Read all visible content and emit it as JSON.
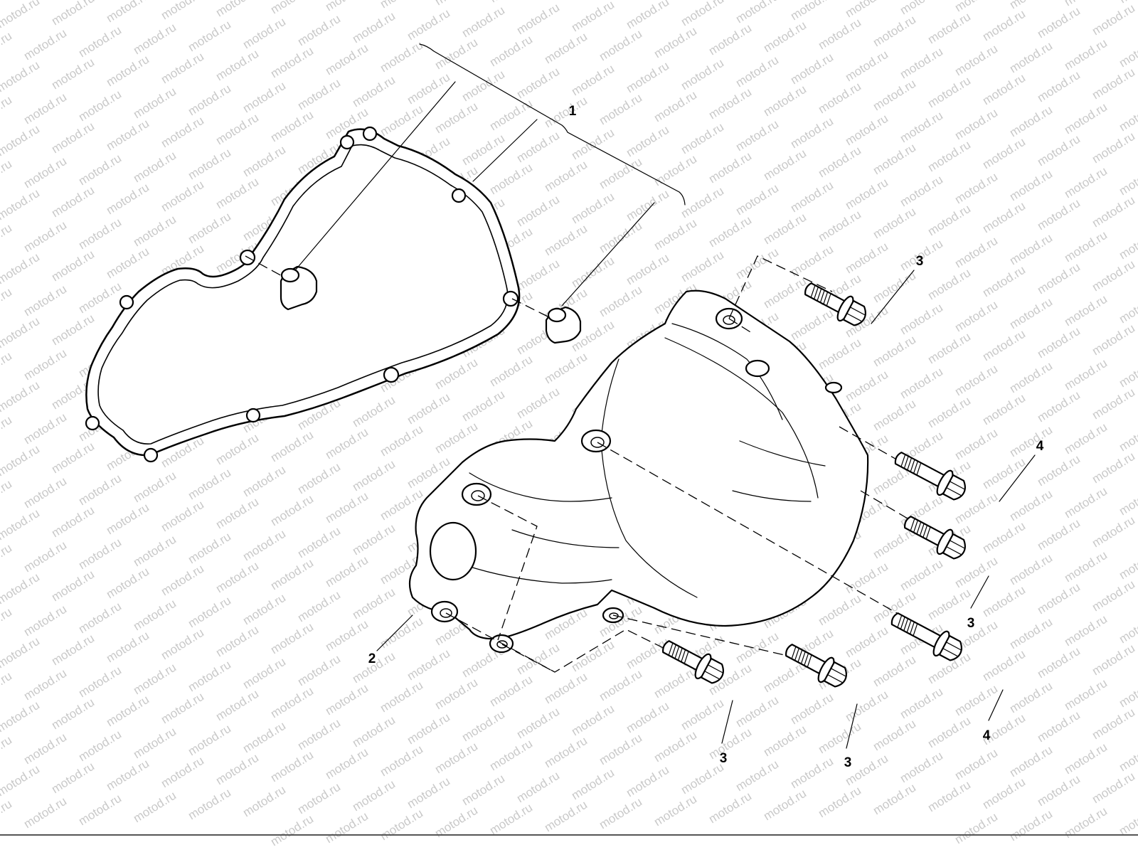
{
  "watermark": {
    "text": "motod.ru"
  },
  "callouts": [
    {
      "id": "1",
      "label": "1"
    },
    {
      "id": "2",
      "label": "2"
    },
    {
      "id": "3a",
      "label": "3"
    },
    {
      "id": "3b",
      "label": "3"
    },
    {
      "id": "3c",
      "label": "3"
    },
    {
      "id": "3d",
      "label": "3"
    },
    {
      "id": "4a",
      "label": "4"
    },
    {
      "id": "4b",
      "label": "4"
    }
  ],
  "icons": {
    "gasket": "gasket-icon",
    "dowel": "dowel-pin-icon",
    "cover": "engine-cover-icon",
    "bolt": "bolt-icon"
  }
}
